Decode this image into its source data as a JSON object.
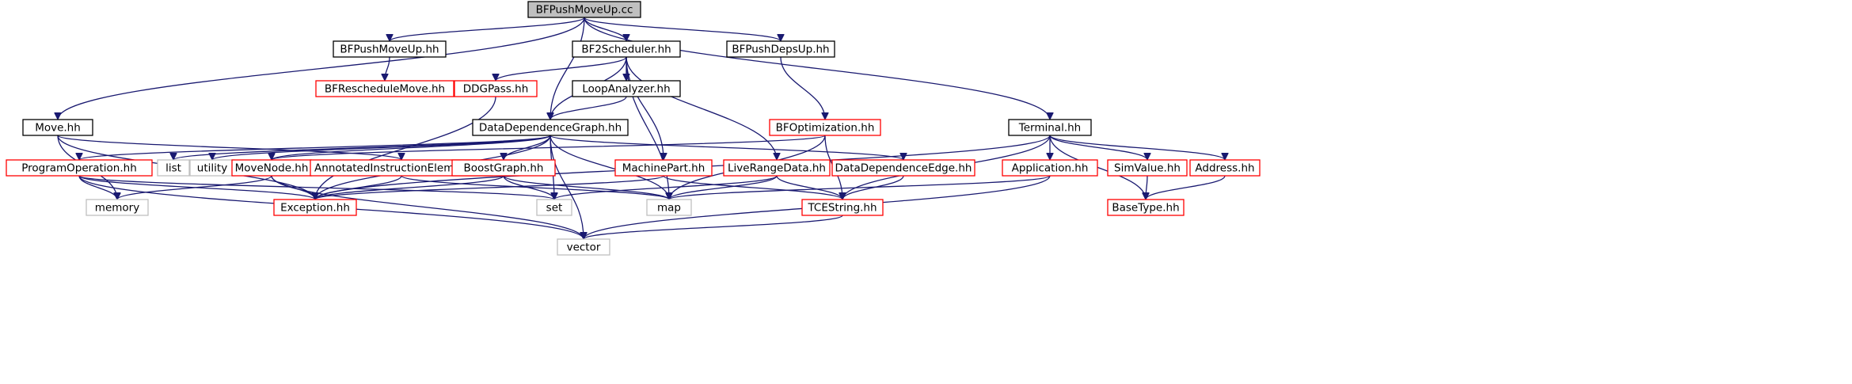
{
  "diagram": {
    "type": "include-dependency-graph",
    "colors": {
      "edge": "#191970",
      "root_fill": "#bfbfbf",
      "root_border": "#000000",
      "documented_border": "#000000",
      "truncated_border": "#ff0000",
      "external_border": "#bfbfbf",
      "external_text": "#000000"
    },
    "nodes": [
      {
        "id": "root",
        "label": "BFPushMoveUp.cc",
        "kind": "root"
      },
      {
        "id": "bfpushmoveup_hh",
        "label": "BFPushMoveUp.hh",
        "kind": "documented"
      },
      {
        "id": "bf2scheduler",
        "label": "BF2Scheduler.hh",
        "kind": "documented"
      },
      {
        "id": "bfpushdepsup",
        "label": "BFPushDepsUp.hh",
        "kind": "documented"
      },
      {
        "id": "bfreschedule",
        "label": "BFRescheduleMove.hh",
        "kind": "truncated"
      },
      {
        "id": "ddgpass",
        "label": "DDGPass.hh",
        "kind": "truncated"
      },
      {
        "id": "loopanalyzer",
        "label": "LoopAnalyzer.hh",
        "kind": "documented"
      },
      {
        "id": "move",
        "label": "Move.hh",
        "kind": "documented"
      },
      {
        "id": "ddg",
        "label": "DataDependenceGraph.hh",
        "kind": "documented"
      },
      {
        "id": "bfoptimization",
        "label": "BFOptimization.hh",
        "kind": "truncated"
      },
      {
        "id": "terminal",
        "label": "Terminal.hh",
        "kind": "documented"
      },
      {
        "id": "programop",
        "label": "ProgramOperation.hh",
        "kind": "truncated"
      },
      {
        "id": "list",
        "label": "list",
        "kind": "external"
      },
      {
        "id": "utility",
        "label": "utility",
        "kind": "external"
      },
      {
        "id": "movenode",
        "label": "MoveNode.hh",
        "kind": "truncated"
      },
      {
        "id": "annotated",
        "label": "AnnotatedInstructionElement.hh",
        "kind": "truncated"
      },
      {
        "id": "boostgraph",
        "label": "BoostGraph.hh",
        "kind": "truncated"
      },
      {
        "id": "machinepart",
        "label": "MachinePart.hh",
        "kind": "truncated"
      },
      {
        "id": "liverange",
        "label": "LiveRangeData.hh",
        "kind": "truncated"
      },
      {
        "id": "ddedge",
        "label": "DataDependenceEdge.hh",
        "kind": "truncated"
      },
      {
        "id": "application",
        "label": "Application.hh",
        "kind": "truncated"
      },
      {
        "id": "simvalue",
        "label": "SimValue.hh",
        "kind": "truncated"
      },
      {
        "id": "address",
        "label": "Address.hh",
        "kind": "truncated"
      },
      {
        "id": "memory",
        "label": "memory",
        "kind": "external"
      },
      {
        "id": "exception",
        "label": "Exception.hh",
        "kind": "truncated"
      },
      {
        "id": "set",
        "label": "set",
        "kind": "external"
      },
      {
        "id": "map",
        "label": "map",
        "kind": "external"
      },
      {
        "id": "tcestring",
        "label": "TCEString.hh",
        "kind": "truncated"
      },
      {
        "id": "basetype",
        "label": "BaseType.hh",
        "kind": "truncated"
      },
      {
        "id": "vector",
        "label": "vector",
        "kind": "external"
      }
    ],
    "edges": [
      [
        "root",
        "bfpushmoveup_hh"
      ],
      [
        "root",
        "bf2scheduler"
      ],
      [
        "root",
        "bfpushdepsup"
      ],
      [
        "root",
        "move"
      ],
      [
        "root",
        "ddg"
      ],
      [
        "root",
        "terminal"
      ],
      [
        "bfpushmoveup_hh",
        "bfreschedule"
      ],
      [
        "bf2scheduler",
        "ddgpass"
      ],
      [
        "bf2scheduler",
        "loopanalyzer"
      ],
      [
        "bf2scheduler",
        "ddg"
      ],
      [
        "bf2scheduler",
        "machinepart"
      ],
      [
        "bf2scheduler",
        "liverange"
      ],
      [
        "bf2scheduler",
        "map"
      ],
      [
        "bfpushdepsup",
        "bfoptimization"
      ],
      [
        "ddgpass",
        "exception"
      ],
      [
        "loopanalyzer",
        "ddg"
      ],
      [
        "move",
        "annotated"
      ],
      [
        "move",
        "memory"
      ],
      [
        "move",
        "exception"
      ],
      [
        "ddg",
        "programop"
      ],
      [
        "ddg",
        "list"
      ],
      [
        "ddg",
        "utility"
      ],
      [
        "ddg",
        "movenode"
      ],
      [
        "ddg",
        "boostgraph"
      ],
      [
        "ddg",
        "ddedge"
      ],
      [
        "ddg",
        "set"
      ],
      [
        "ddg",
        "map"
      ],
      [
        "ddg",
        "vector"
      ],
      [
        "ddg",
        "exception"
      ],
      [
        "bfoptimization",
        "movenode"
      ],
      [
        "bfoptimization",
        "map"
      ],
      [
        "bfoptimization",
        "tcestring"
      ],
      [
        "terminal",
        "exception"
      ],
      [
        "terminal",
        "application"
      ],
      [
        "terminal",
        "simvalue"
      ],
      [
        "terminal",
        "address"
      ],
      [
        "terminal",
        "basetype"
      ],
      [
        "terminal",
        "tcestring"
      ],
      [
        "programop",
        "memory"
      ],
      [
        "programop",
        "exception"
      ],
      [
        "programop",
        "set"
      ],
      [
        "programop",
        "vector"
      ],
      [
        "movenode",
        "memory"
      ],
      [
        "movenode",
        "exception"
      ],
      [
        "movenode",
        "vector"
      ],
      [
        "annotated",
        "exception"
      ],
      [
        "annotated",
        "map"
      ],
      [
        "boostgraph",
        "exception"
      ],
      [
        "boostgraph",
        "set"
      ],
      [
        "boostgraph",
        "map"
      ],
      [
        "machinepart",
        "exception"
      ],
      [
        "machinepart",
        "tcestring"
      ],
      [
        "liverange",
        "set"
      ],
      [
        "liverange",
        "map"
      ],
      [
        "liverange",
        "tcestring"
      ],
      [
        "ddedge",
        "tcestring"
      ],
      [
        "application",
        "map"
      ],
      [
        "application",
        "vector"
      ],
      [
        "simvalue",
        "basetype"
      ],
      [
        "address",
        "basetype"
      ],
      [
        "tcestring",
        "vector"
      ]
    ]
  }
}
